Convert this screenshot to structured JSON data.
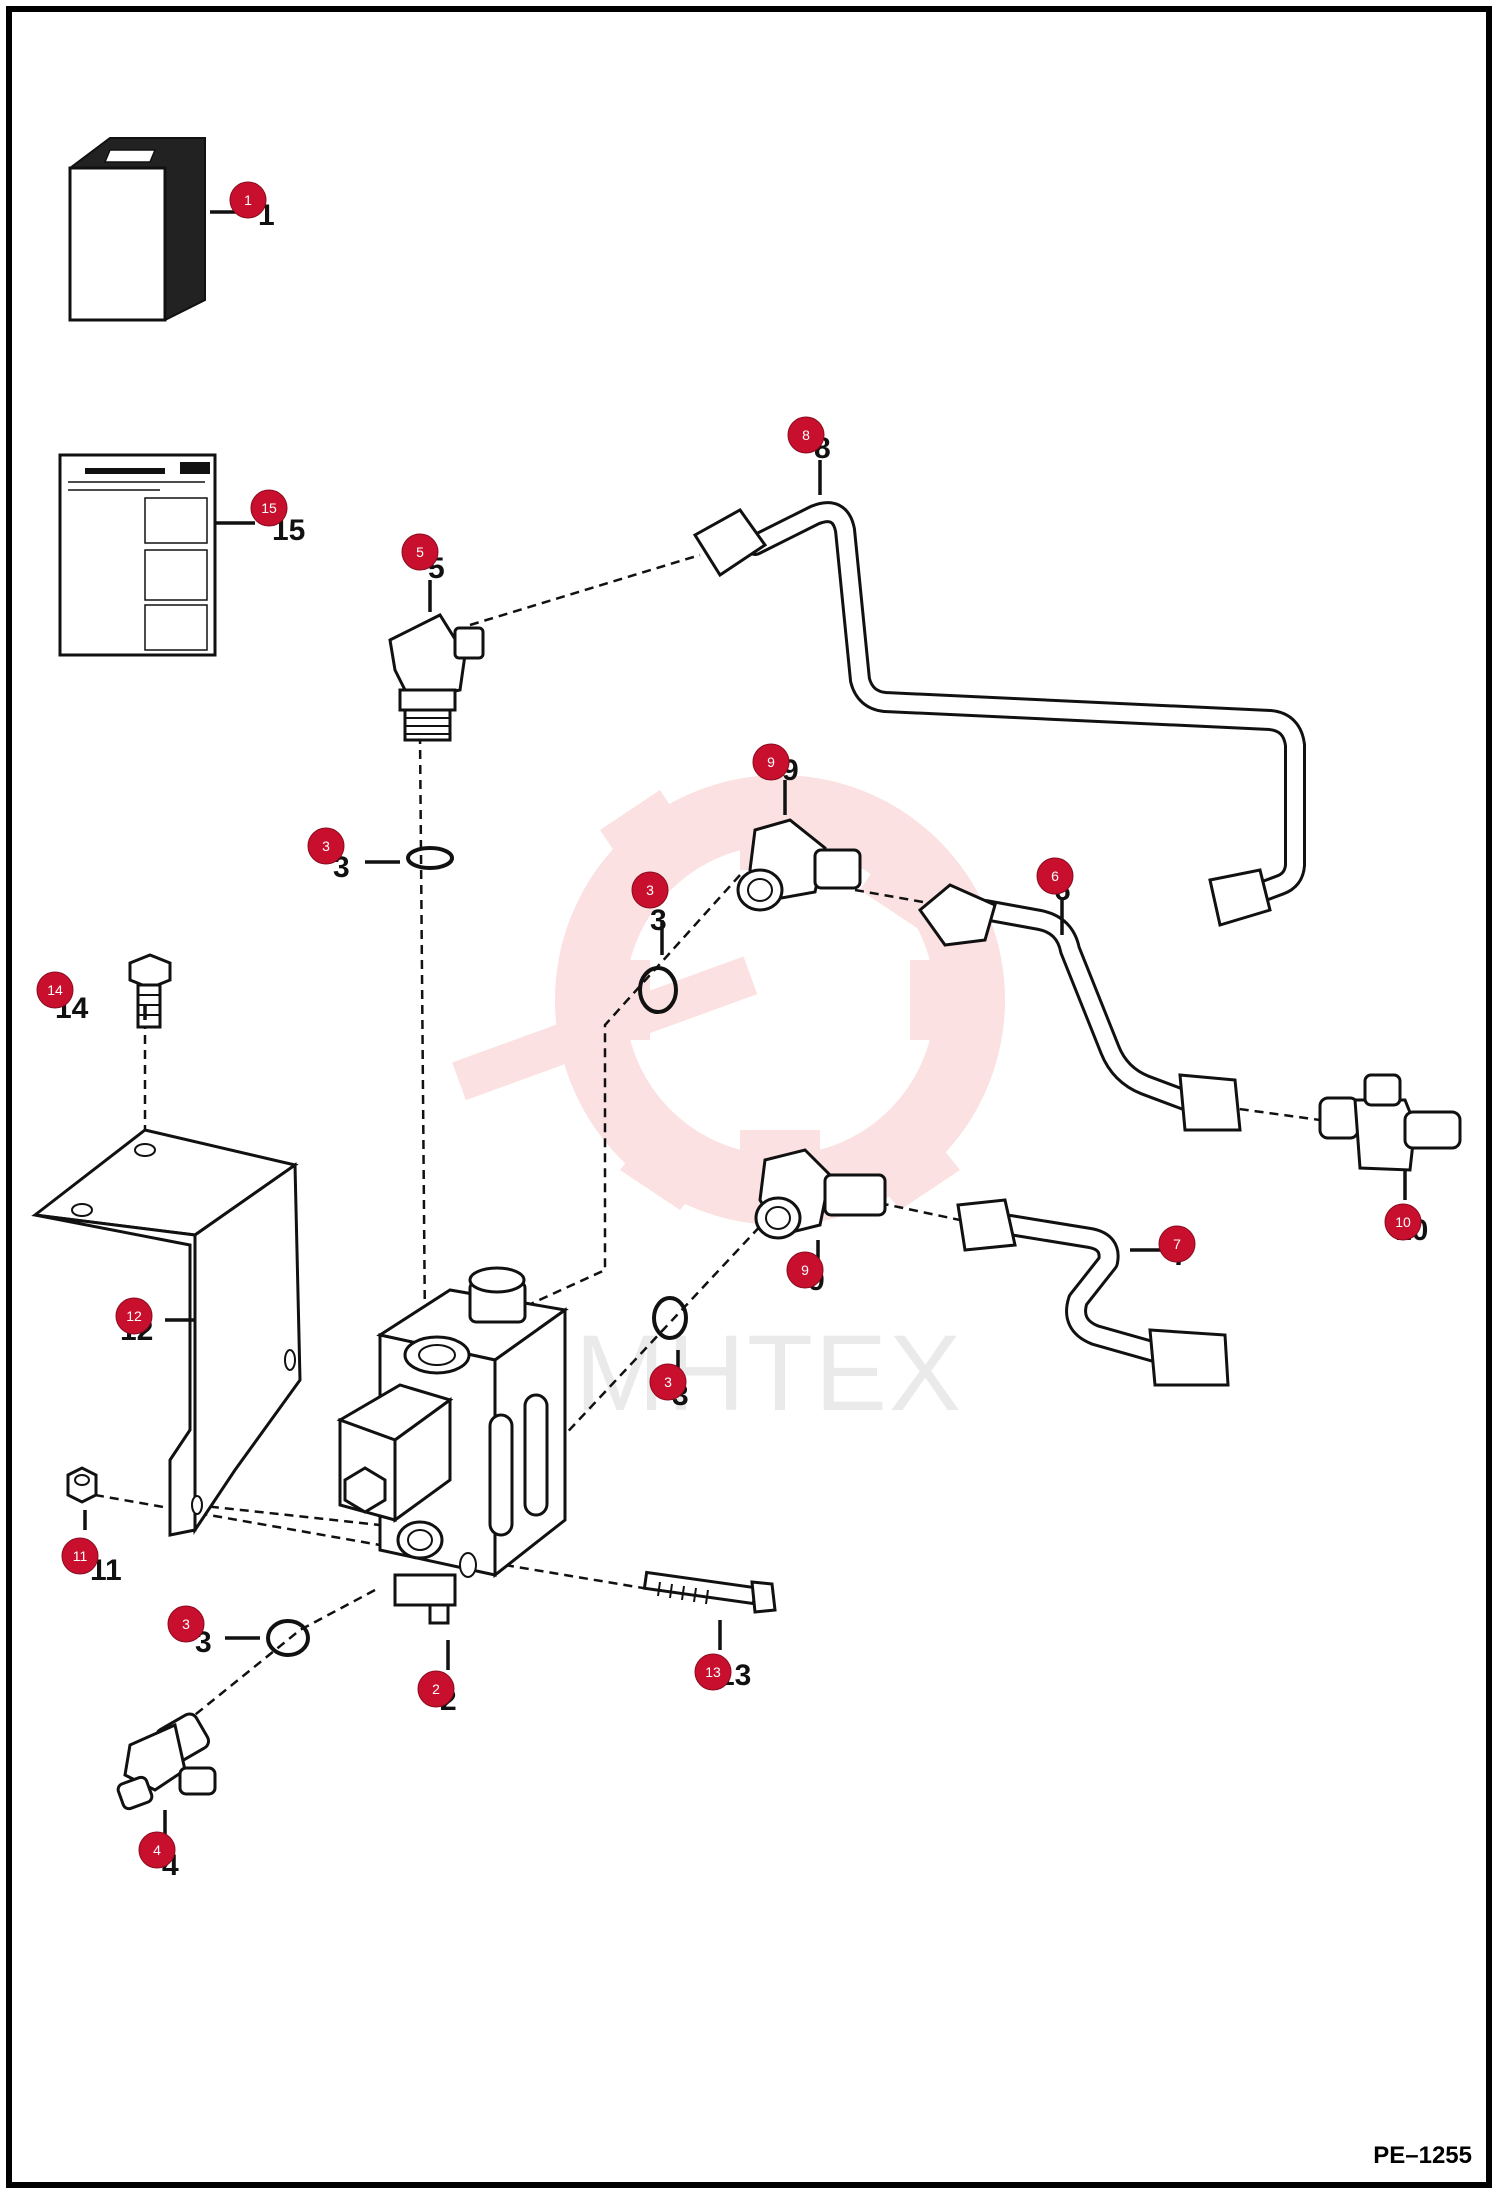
{
  "diagram_ref": "PE–1255",
  "watermark": {
    "text": "MHTEX",
    "color": "#f7c8c8"
  },
  "callouts": [
    {
      "id": "c1",
      "label": "1"
    },
    {
      "id": "c2",
      "label": "2"
    },
    {
      "id": "c3a",
      "label": "3"
    },
    {
      "id": "c3b",
      "label": "3"
    },
    {
      "id": "c3c",
      "label": "3"
    },
    {
      "id": "c3d",
      "label": "3"
    },
    {
      "id": "c4",
      "label": "4"
    },
    {
      "id": "c5",
      "label": "5"
    },
    {
      "id": "c6",
      "label": "6"
    },
    {
      "id": "c7",
      "label": "7"
    },
    {
      "id": "c8",
      "label": "8"
    },
    {
      "id": "c9a",
      "label": "9"
    },
    {
      "id": "c9b",
      "label": "9"
    },
    {
      "id": "c10",
      "label": "10"
    },
    {
      "id": "c11",
      "label": "11"
    },
    {
      "id": "c12",
      "label": "12"
    },
    {
      "id": "c13",
      "label": "13"
    },
    {
      "id": "c14",
      "label": "14"
    },
    {
      "id": "c15",
      "label": "15"
    }
  ],
  "part_numbers": [
    {
      "id": "n1",
      "label": "1"
    },
    {
      "id": "n8",
      "label": "8"
    },
    {
      "id": "n15",
      "label": "15"
    },
    {
      "id": "n5",
      "label": "5"
    },
    {
      "id": "n9a",
      "label": "9"
    },
    {
      "id": "n3a",
      "label": "3"
    },
    {
      "id": "n3b",
      "label": "3"
    },
    {
      "id": "n6",
      "label": "6"
    },
    {
      "id": "n14",
      "label": "14"
    },
    {
      "id": "n10",
      "label": "10"
    },
    {
      "id": "n12",
      "label": "12"
    },
    {
      "id": "n7",
      "label": "7"
    },
    {
      "id": "n9b",
      "label": "9"
    },
    {
      "id": "n3c",
      "label": "3"
    },
    {
      "id": "n11",
      "label": "11"
    },
    {
      "id": "n3d",
      "label": "3"
    },
    {
      "id": "n13",
      "label": "13"
    },
    {
      "id": "n2",
      "label": "2"
    },
    {
      "id": "n4",
      "label": "4"
    }
  ]
}
